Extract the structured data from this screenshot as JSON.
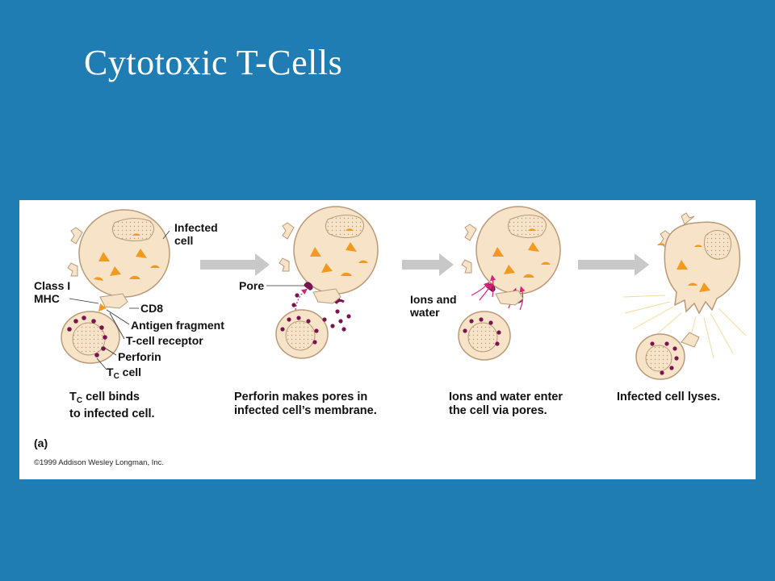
{
  "slide": {
    "title": "Cytotoxic T-Cells"
  },
  "figure": {
    "labels": {
      "infected_cell": "Infected\ncell",
      "class_i_mhc": "Class I\nMHC",
      "cd8": "CD8",
      "antigen_fragment": "Antigen fragment",
      "t_cell_receptor": "T-cell receptor",
      "perforin": "Perforin",
      "tc_cell_main": "T",
      "tc_cell_sub": "C",
      "tc_cell_rest": " cell",
      "pore": "Pore",
      "ions_and_water": "Ions and\nwater"
    },
    "captions": {
      "step1_main": "T",
      "step1_sub": "C",
      "step1_rest": " cell binds\nto infected cell.",
      "step2": "Perforin makes pores in\ninfected cell’s membrane.",
      "step3": "Ions and water enter\nthe cell via pores.",
      "step4": "Infected cell lyses."
    },
    "panel_letter": "(a)",
    "credit": "©1999 Addison Wesley Longman, Inc."
  },
  "colors": {
    "background": "#1f7db4",
    "cell_fill": "#f7e3c8",
    "cell_stroke": "#b89a78",
    "antigen": "#f39a1e",
    "perforin": "#7a1450",
    "ion_arrows": "#d4237a",
    "step_arrow": "#c8c8c8"
  }
}
